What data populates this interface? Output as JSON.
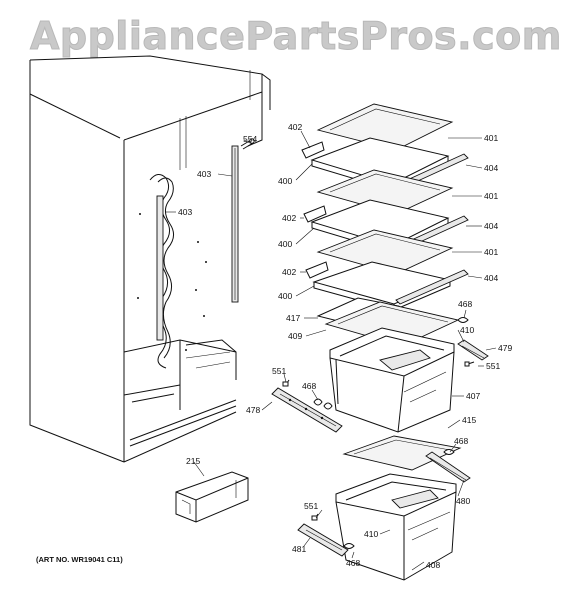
{
  "watermark": "AppliancePartsPros.com",
  "art_number": "(ART NO. WR19041 C11)",
  "callouts": [
    {
      "id": "c402a",
      "text": "402"
    },
    {
      "id": "c401a",
      "text": "401"
    },
    {
      "id": "c554",
      "text": "554"
    },
    {
      "id": "c403a",
      "text": "403"
    },
    {
      "id": "c400a",
      "text": "400"
    },
    {
      "id": "c404a",
      "text": "404"
    },
    {
      "id": "c401b",
      "text": "401"
    },
    {
      "id": "c403b",
      "text": "403"
    },
    {
      "id": "c402b",
      "text": "402"
    },
    {
      "id": "c404b",
      "text": "404"
    },
    {
      "id": "c400b",
      "text": "400"
    },
    {
      "id": "c401c",
      "text": "401"
    },
    {
      "id": "c402c",
      "text": "402"
    },
    {
      "id": "c404c",
      "text": "404"
    },
    {
      "id": "c400c",
      "text": "400"
    },
    {
      "id": "c468a",
      "text": "468"
    },
    {
      "id": "c417",
      "text": "417"
    },
    {
      "id": "c409",
      "text": "409"
    },
    {
      "id": "c410a",
      "text": "410"
    },
    {
      "id": "c479",
      "text": "479"
    },
    {
      "id": "c551a",
      "text": "551"
    },
    {
      "id": "c551b",
      "text": "551"
    },
    {
      "id": "c468b",
      "text": "468"
    },
    {
      "id": "c407",
      "text": "407"
    },
    {
      "id": "c478",
      "text": "478"
    },
    {
      "id": "c415",
      "text": "415"
    },
    {
      "id": "c215",
      "text": "215"
    },
    {
      "id": "c468c",
      "text": "468"
    },
    {
      "id": "c480",
      "text": "480"
    },
    {
      "id": "c551c",
      "text": "551"
    },
    {
      "id": "c410b",
      "text": "410"
    },
    {
      "id": "c481",
      "text": "481"
    },
    {
      "id": "c468d",
      "text": "468"
    },
    {
      "id": "c408",
      "text": "408"
    }
  ]
}
